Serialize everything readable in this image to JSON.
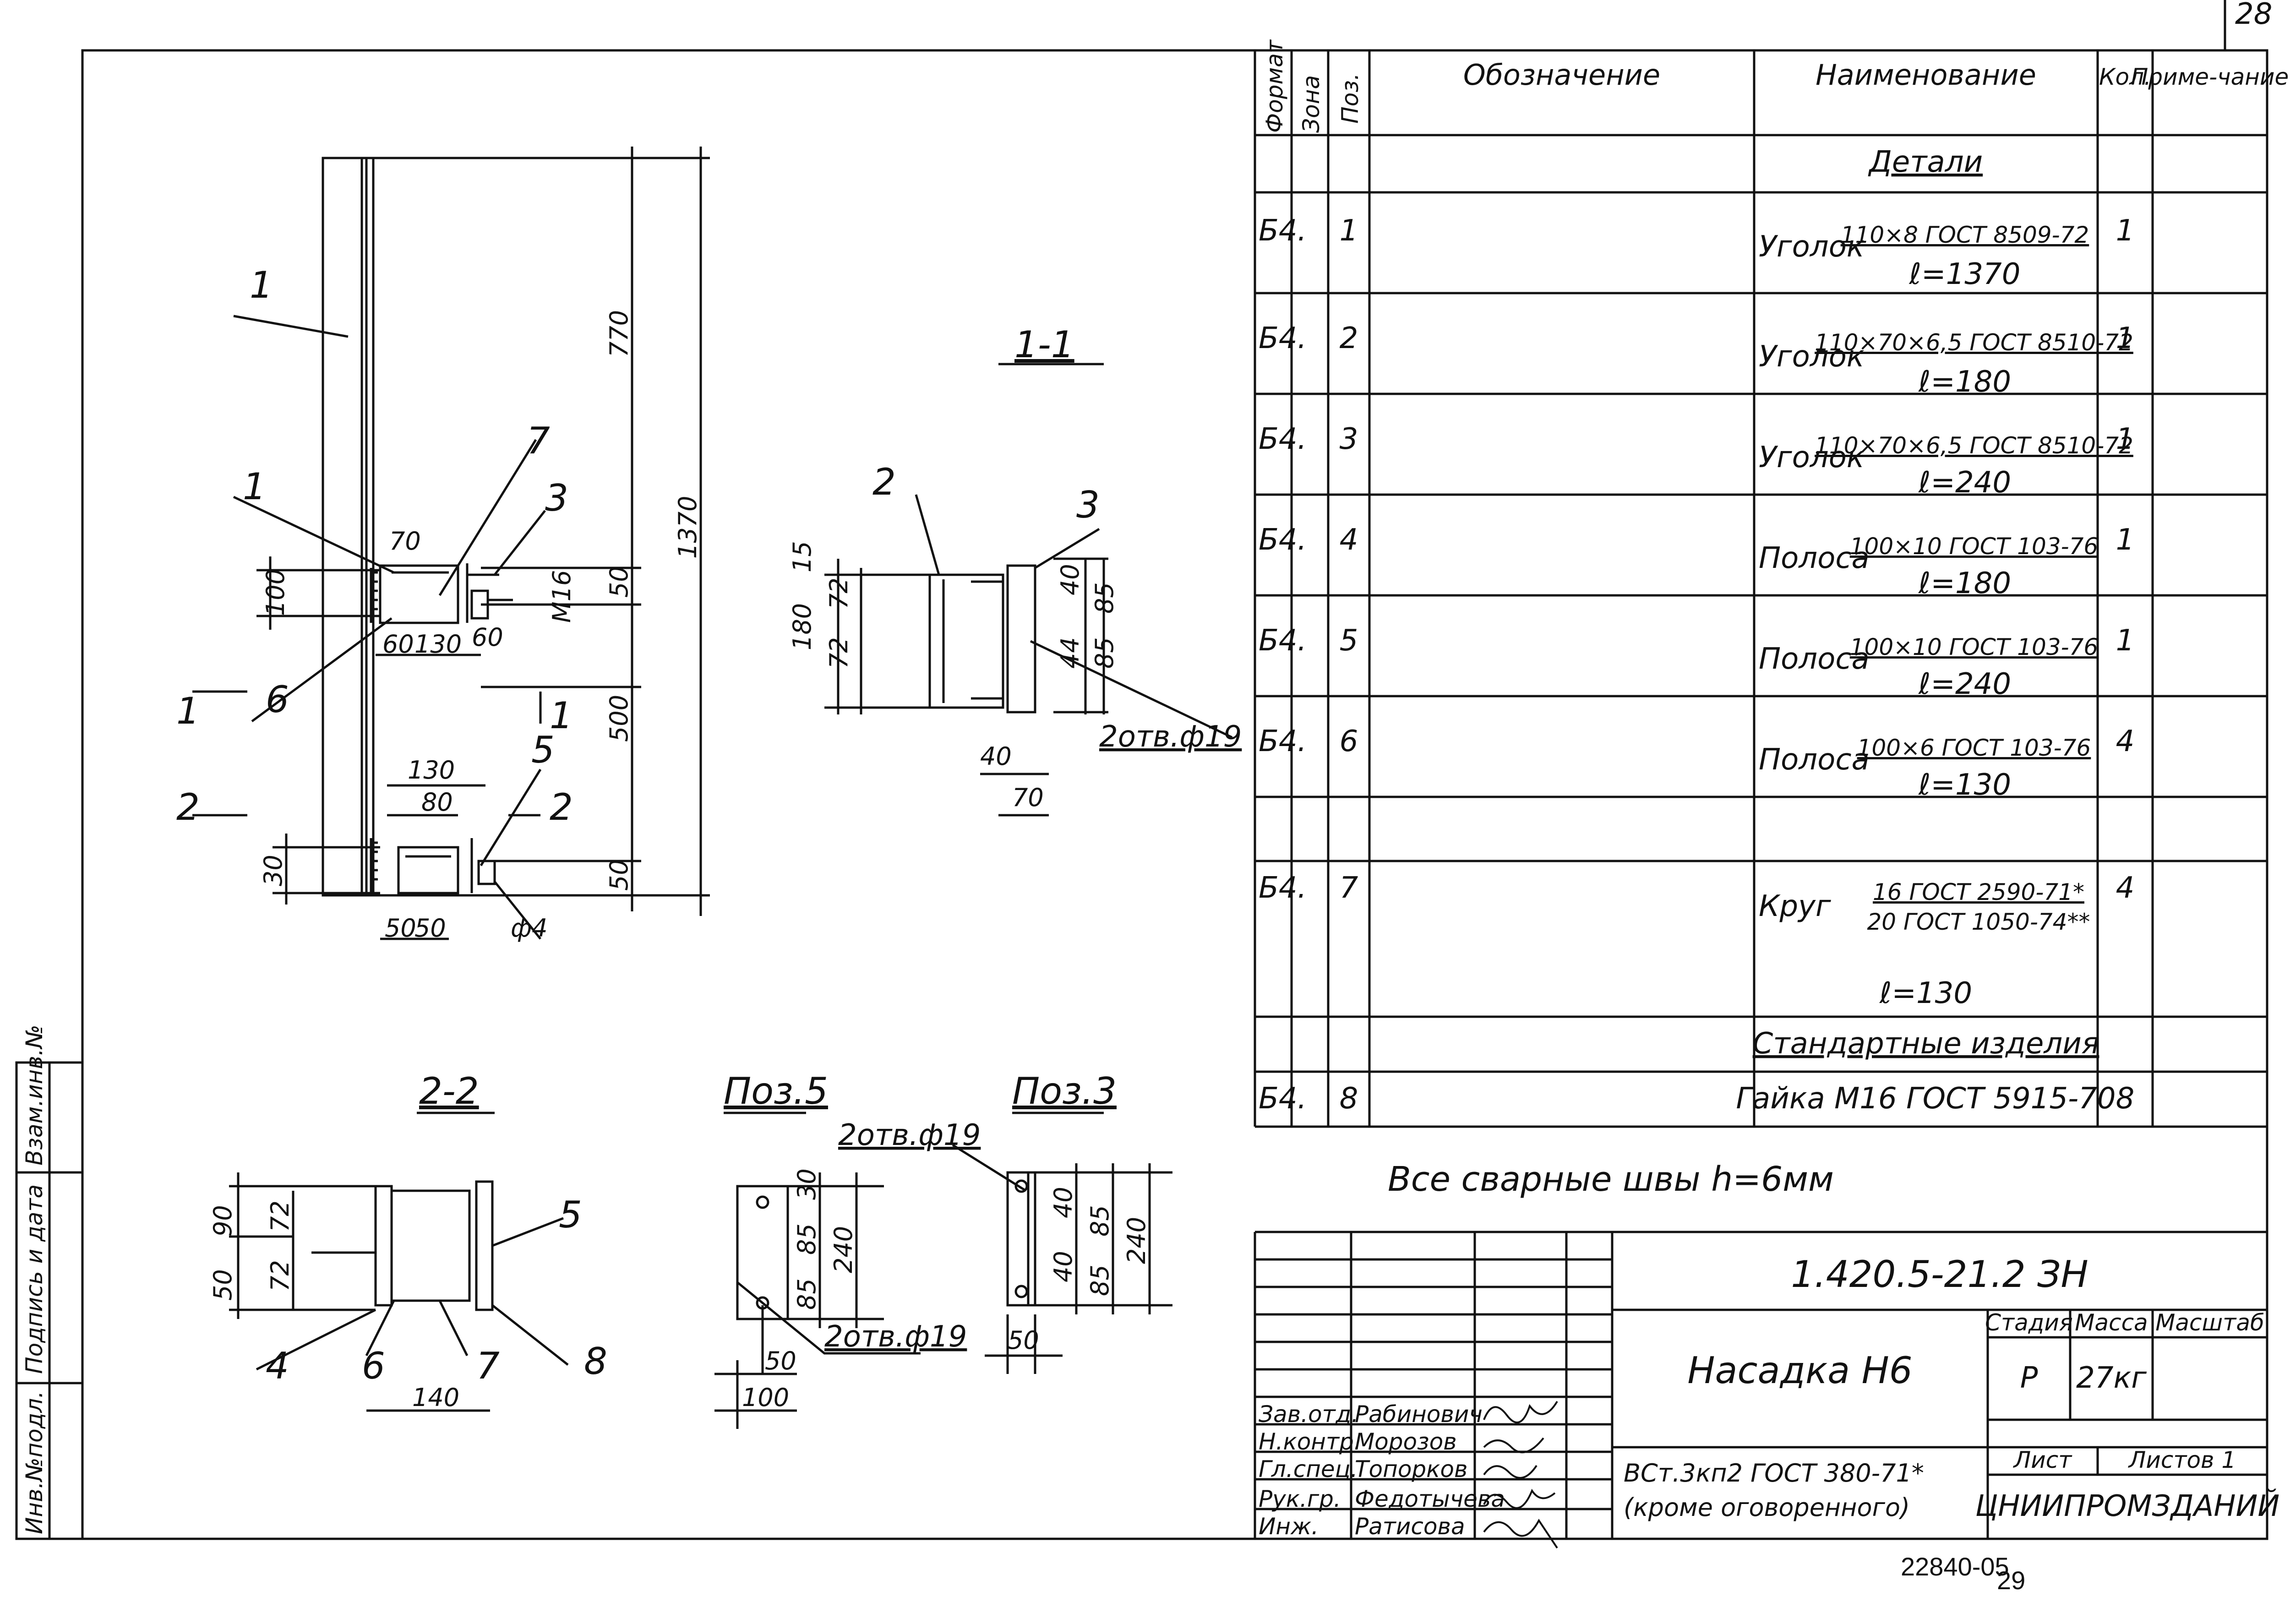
{
  "sheet": {
    "corner_number": "28",
    "footer_code": "22840-05",
    "footer_page": "29"
  },
  "spec_table": {
    "headers": {
      "format": "Формат",
      "zone": "Зона",
      "pos": "Поз.",
      "designation": "Обозначение",
      "name": "Наименование",
      "qty": "Кол.",
      "note": "Приме-чание"
    },
    "section_details": "Детали",
    "rows": [
      {
        "format": "Б4.",
        "pos": "1",
        "name": "Уголок",
        "spec": "110×8 ГОСТ 8509-72",
        "length": "ℓ=1370",
        "qty": "1"
      },
      {
        "format": "Б4.",
        "pos": "2",
        "name": "Уголок",
        "spec": "110×70×6,5 ГОСТ 8510-72",
        "length": "ℓ=180",
        "qty": "1"
      },
      {
        "format": "Б4.",
        "pos": "3",
        "name": "Уголок",
        "spec": "110×70×6,5 ГОСТ 8510-72",
        "length": "ℓ=240",
        "qty": "1"
      },
      {
        "format": "Б4.",
        "pos": "4",
        "name": "Полоса",
        "spec": "100×10 ГОСТ 103-76",
        "length": "ℓ=180",
        "qty": "1"
      },
      {
        "format": "Б4.",
        "pos": "5",
        "name": "Полоса",
        "spec": "100×10 ГОСТ 103-76",
        "length": "ℓ=240",
        "qty": "1"
      },
      {
        "format": "Б4.",
        "pos": "6",
        "name": "Полоса",
        "spec": "100×6 ГОСТ 103-76",
        "length": "ℓ=130",
        "qty": "4"
      },
      {
        "format": "Б4.",
        "pos": "7",
        "name": "Круг",
        "spec": "16 ГОСТ 2590-71*",
        "spec2": "20 ГОСТ 1050-74**",
        "length": "ℓ=130",
        "qty": "4"
      }
    ],
    "section_standard": "Стандартные изделия",
    "standard_row": {
      "format": "Б4.",
      "pos": "8",
      "name": "Гайка М16 ГОСТ 5915-70",
      "qty": "8"
    }
  },
  "weld_note": "Все сварные швы h=6мм",
  "title_block": {
    "doc_code": "1.420.5-21.2 ЗН",
    "item_name": "Насадка Н6",
    "stage_label": "Стадия",
    "mass_label": "Масса",
    "scale_label": "Масштаб",
    "stage": "Р",
    "mass": "27кг",
    "sheet_label": "Лист",
    "sheets_label": "Листов 1",
    "material": "ВСт.3кп2 ГОСТ 380-71*",
    "material_note": "(кроме оговоренного)",
    "organization": "ЦНИИПРОМЗДАНИЙ",
    "signatures": [
      {
        "role": "Зав.отд.",
        "person": "Рабинович"
      },
      {
        "role": "Н.контр.",
        "person": "Морозов"
      },
      {
        "role": "Гл.спец.",
        "person": "Топорков"
      },
      {
        "role": "Рук.гр.",
        "person": "Федотычева"
      },
      {
        "role": "Инж.",
        "person": "Ратисова"
      }
    ]
  },
  "side_stamp": {
    "inv_podl": "Инв.№подл.",
    "podp_data": "Подпись и дата",
    "vzam": "Взам.инв.№"
  },
  "views": {
    "main": {
      "dims": [
        "770",
        "1370",
        "50",
        "500",
        "50",
        "70",
        "100",
        "130",
        "60",
        "60",
        "М16",
        "130",
        "80",
        "30",
        "50",
        "50",
        "ф4"
      ],
      "callouts": [
        "1",
        "2",
        "3",
        "5",
        "6",
        "7"
      ],
      "section_marks": [
        "1",
        "1",
        "2",
        "2"
      ]
    },
    "section_1_1": {
      "label": "1-1",
      "callouts": [
        "2",
        "3"
      ],
      "dims": [
        "15",
        "180",
        "72",
        "72",
        "40",
        "85",
        "44",
        "85",
        "40",
        "70"
      ],
      "holes": "2отв.ф19"
    },
    "section_2_2": {
      "label": "2-2",
      "callouts": [
        "4",
        "5",
        "6",
        "7",
        "8"
      ],
      "dims": [
        "90",
        "50",
        "72",
        "72",
        "140"
      ]
    },
    "pos5": {
      "label": "Поз.5",
      "holes_top": "2отв.ф19",
      "holes_bottom": "2отв.ф19",
      "dims": [
        "30",
        "85",
        "85",
        "240",
        "50",
        "100"
      ]
    },
    "pos3": {
      "label": "Поз.3",
      "dims": [
        "40",
        "85",
        "40",
        "85",
        "240",
        "50"
      ]
    }
  }
}
